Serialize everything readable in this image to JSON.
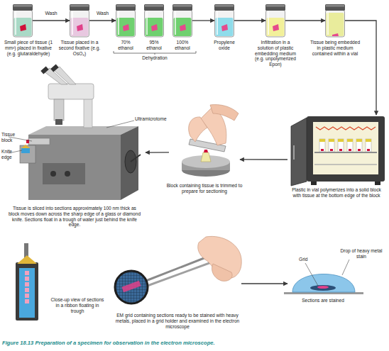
{
  "diagram": {
    "caption": "Figure 18.13 Preparation of a specimen for observation in the electron microscope.",
    "nodes": [
      {
        "text": [
          "Small piece of tissue (1 mm³) placed in fixative (e.g. glutaraldehyde)"
        ]
      },
      {
        "text": [
          "Tissue placed in a second fixative (e.g. OsO₄)"
        ]
      },
      {
        "text": [
          "70% ethanol"
        ]
      },
      {
        "text": [
          "95% ethanol"
        ]
      },
      {
        "text": [
          "100% ethanol"
        ]
      },
      {
        "text": [
          "Propylene oxide"
        ]
      },
      {
        "text": [
          "Infiltration in a solution of plastic embedding medium (e.g. unpolymerized Epon)"
        ]
      },
      {
        "text": [
          "Tissue being embedded in plastic medium contained within a vial"
        ]
      },
      {
        "text": [
          "Plastic in vial polymerizes into a solid block with tissue at the bottom edge of the block"
        ]
      },
      {
        "text": [
          "Block containing tissue is trimmed to prepare for sectioning"
        ]
      },
      {
        "text": [
          "Tissue is sliced into sections approximately 100 nm thick as block moves down across the sharp edge of a glass or diamond knife. Sections float in a trough of water just behind the knife edge."
        ]
      },
      {
        "text": [
          "Close-up view of sections in a ribbon floating in trough"
        ]
      },
      {
        "text": [
          "EM grid containing sections ready to be stained with heavy metals, placed in a grid holder and examined in the electron microscope"
        ]
      },
      {
        "text": [
          "Sections are stained"
        ]
      }
    ],
    "edges": [
      {
        "from": 0,
        "to": 1,
        "label": "Wash",
        "arrow": "to"
      },
      {
        "from": 1,
        "to": 2,
        "label": "Wash",
        "arrow": "to"
      },
      {
        "from": 4,
        "to": 5,
        "arrow": "to"
      },
      {
        "from": 5,
        "to": 6,
        "arrow": "to"
      },
      {
        "from": 6,
        "to": 7,
        "arrow": "to"
      },
      {
        "from": 7,
        "to": 8,
        "arrow": "to"
      },
      {
        "from": 8,
        "to": 9,
        "arrow": "to"
      },
      {
        "from": 9,
        "to": 10,
        "arrow": "to"
      },
      {
        "from": 12,
        "to": 13,
        "arrow": "to"
      }
    ],
    "labels": [
      "Dehydration",
      "Ultramicrotome",
      "Tissue block",
      "Knife edge",
      "Grid",
      "Drop of heavy metal stain"
    ]
  }
}
